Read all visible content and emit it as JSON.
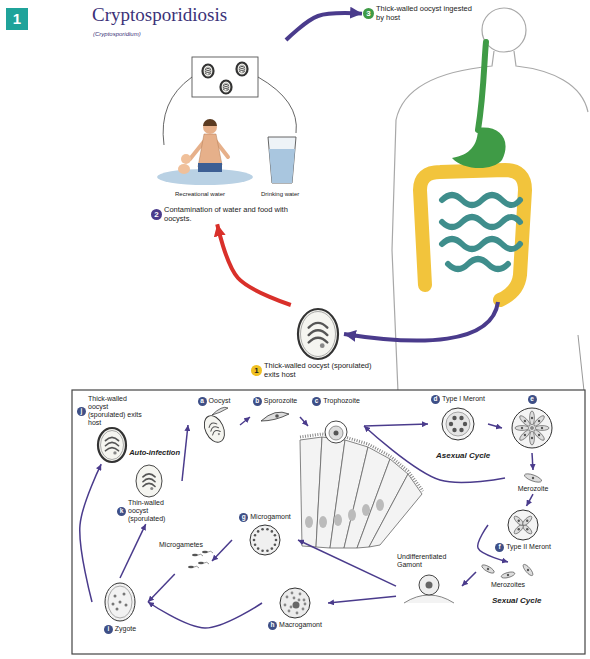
{
  "diagram": {
    "title": "Cryptosporidiosis",
    "nodes": [
      {
        "text": [
          "3",
          "Thick-walled oocyst ingested by host"
        ]
      },
      {
        "text": [
          "2",
          "Contamination of water and food with oocysts."
        ]
      },
      {
        "text": [
          "1",
          "Thick-walled oocyst (sporulated) exits host"
        ]
      },
      {
        "text": [
          "j",
          "Thick-walled oocyst (sporulated) exits host"
        ]
      },
      {
        "text": [
          "a",
          "Oocyst"
        ]
      },
      {
        "text": [
          "b",
          "Sporozoite"
        ]
      },
      {
        "text": [
          "c",
          "Trophozoite"
        ]
      },
      {
        "text": [
          "d",
          "Type I Meront"
        ]
      },
      {
        "text": [
          "e"
        ]
      },
      {
        "text": [
          "Merozoite"
        ]
      },
      {
        "text": [
          "f",
          "Type II Meront"
        ]
      },
      {
        "text": [
          "Merozoites"
        ]
      },
      {
        "text": [
          "Undifferentiated Gamont"
        ]
      },
      {
        "text": [
          "g",
          "Microgamont"
        ]
      },
      {
        "text": [
          "Microgametes"
        ]
      },
      {
        "text": [
          "h",
          "Macrogamont"
        ]
      },
      {
        "text": [
          "i",
          "Zygote"
        ]
      },
      {
        "text": [
          "k",
          "Thin-walled oocyst (sporulated)"
        ]
      }
    ],
    "edges": [
      {
        "from": 1,
        "to": 0,
        "arrow": "to"
      },
      {
        "from": 2,
        "to": 1,
        "arrow": "to"
      },
      {
        "from": 16,
        "to": 3,
        "arrow": "to"
      },
      {
        "from": 16,
        "to": 17,
        "arrow": "to"
      },
      {
        "from": 17,
        "to": 4,
        "arrow": "to",
        "label": "Auto-infection"
      },
      {
        "from": 4,
        "to": 5,
        "arrow": "to"
      },
      {
        "from": 5,
        "to": 6,
        "arrow": "to"
      },
      {
        "from": 6,
        "to": 7,
        "arrow": "to"
      },
      {
        "from": 7,
        "to": 8,
        "arrow": "to"
      },
      {
        "from": 8,
        "to": 9,
        "arrow": "to"
      },
      {
        "from": 9,
        "to": 6,
        "arrow": "to"
      },
      {
        "from": 9,
        "to": 10,
        "arrow": "to"
      },
      {
        "from": 10,
        "to": 11,
        "arrow": "to"
      },
      {
        "from": 11,
        "to": 12,
        "arrow": "to"
      },
      {
        "from": 12,
        "to": 13,
        "arrow": "to"
      },
      {
        "from": 12,
        "to": 15,
        "arrow": "to"
      },
      {
        "from": 13,
        "to": 14,
        "arrow": "to"
      },
      {
        "from": 14,
        "to": 16,
        "arrow": "to"
      },
      {
        "from": 15,
        "to": 16,
        "arrow": "to"
      }
    ],
    "labels": [
      "1",
      "(Cryptosporidium)",
      "Recreational water",
      "Drinking water",
      "Asexual Cycle",
      "Sexual Cycle"
    ]
  }
}
